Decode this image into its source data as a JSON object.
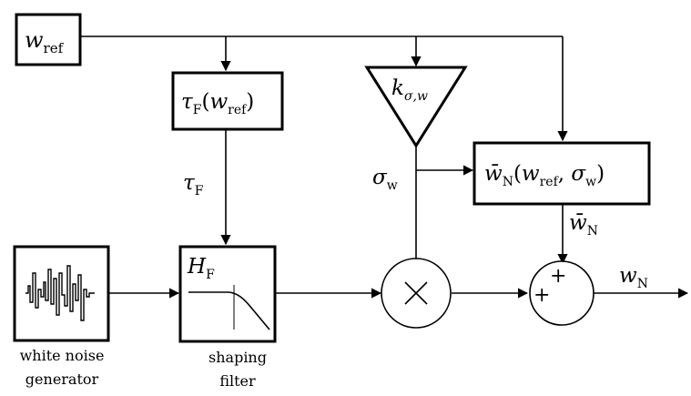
{
  "blocks": {
    "wref": {
      "symbol": "w",
      "sub": "ref"
    },
    "tauF_func": {
      "symbol": "τ",
      "sub": "F",
      "arg_symbol": "w",
      "arg_sub": "ref"
    },
    "gain": {
      "symbol": "k",
      "sub": "σ,w"
    },
    "wbar_func": {
      "symbol": "w̄",
      "sub": "N",
      "arg1_symbol": "w",
      "arg1_sub": "ref",
      "arg2_symbol": "σ",
      "arg2_sub": "w"
    },
    "filter": {
      "symbol": "H",
      "sub": "F"
    },
    "sum": {
      "sign_top": "+",
      "sign_left": "+"
    },
    "multiply": {
      "symbol": "×"
    }
  },
  "signals": {
    "tauF": {
      "symbol": "τ",
      "sub": "F"
    },
    "sigma_w": {
      "symbol": "σ",
      "sub": "w"
    },
    "wbar_N": {
      "symbol": "w̄",
      "sub": "N"
    },
    "w_N": {
      "symbol": "w",
      "sub": "N"
    }
  },
  "captions": {
    "noise_line1": "white noise",
    "noise_line2": "generator",
    "filter_line1": "shaping",
    "filter_line2": "filter"
  },
  "colors": {
    "stroke": "#000000",
    "background": "#ffffff"
  }
}
